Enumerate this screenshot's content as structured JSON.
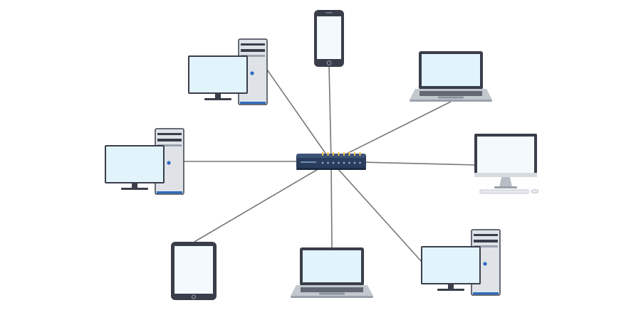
{
  "diagram": {
    "topology": "star",
    "hub": {
      "kind": "network-switch",
      "port_count": 8
    },
    "nodes": [
      {
        "id": "desktop-tower-top-left",
        "kind": "desktop-tower"
      },
      {
        "id": "smartphone-top",
        "kind": "smartphone"
      },
      {
        "id": "laptop-top-right",
        "kind": "laptop"
      },
      {
        "id": "all-in-one-right",
        "kind": "all-in-one"
      },
      {
        "id": "desktop-tower-bottom-right",
        "kind": "desktop-tower"
      },
      {
        "id": "laptop-bottom",
        "kind": "laptop"
      },
      {
        "id": "tablet-bottom-left",
        "kind": "tablet"
      },
      {
        "id": "desktop-tower-left",
        "kind": "desktop-tower"
      }
    ],
    "colors": {
      "cable": "#777777",
      "device_dark": "#3a3e4a",
      "screen": "#e1f3fb",
      "screen_light": "#f4f9fd",
      "tower_body": "#dfe3e8",
      "tower_accent": "#2e6bbf",
      "switch_body": "#2a3d5c",
      "switch_led": "#f2c14e",
      "laptop_base": "#c3c8cf"
    }
  }
}
